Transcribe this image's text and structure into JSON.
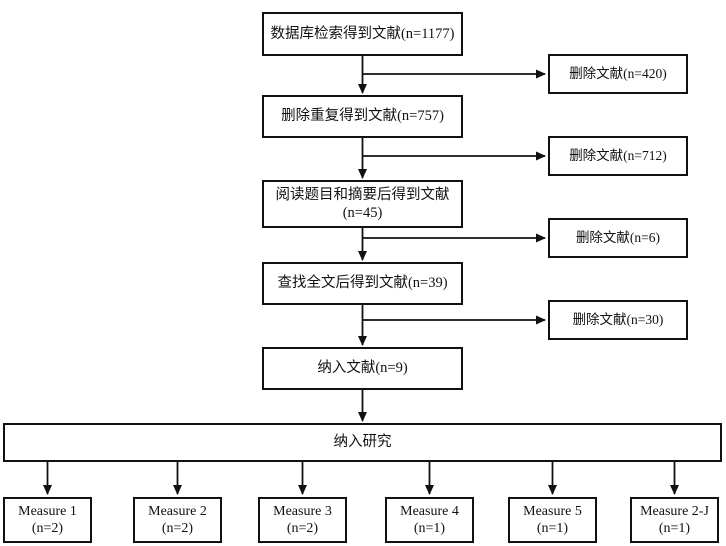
{
  "flowchart": {
    "main_steps": [
      {
        "label": "数据库检索得到文献(n=1177)"
      },
      {
        "label": "删除重复得到文献(n=757)"
      },
      {
        "label": "阅读题目和摘要后得到文献(n=45)"
      },
      {
        "label": "查找全文后得到文献(n=39)"
      },
      {
        "label": "纳入文献(n=9)"
      }
    ],
    "excluded_steps": [
      {
        "label": "删除文献(n=420)"
      },
      {
        "label": "删除文献(n=712)"
      },
      {
        "label": "删除文献(n=6)"
      },
      {
        "label": "删除文献(n=30)"
      }
    ],
    "included_studies": {
      "label": "纳入研究"
    },
    "measures": [
      {
        "name": "Measure 1",
        "count": "(n=2)"
      },
      {
        "name": "Measure 2",
        "count": "(n=2)"
      },
      {
        "name": "Measure 3",
        "count": "(n=2)"
      },
      {
        "name": "Measure 4",
        "count": "(n=1)"
      },
      {
        "name": "Measure 5",
        "count": "(n=1)"
      },
      {
        "name": "Measure 2-J",
        "count": "(n=1)"
      }
    ],
    "colors": {
      "line": "#111111",
      "text": "#111111",
      "background": "#ffffff"
    }
  }
}
